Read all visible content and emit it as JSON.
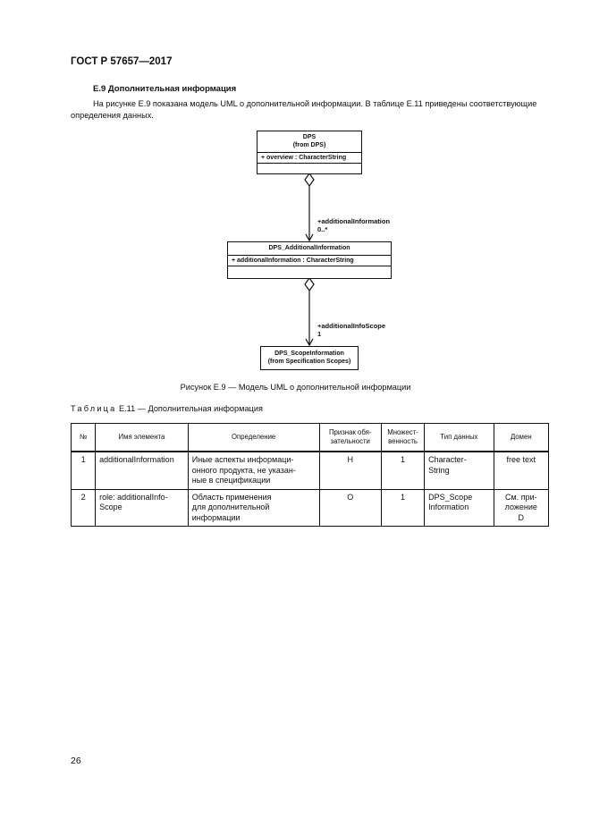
{
  "header": {
    "doc_id": "ГОСТ Р 57657—2017"
  },
  "section": {
    "title": "E.9 Дополнительная информация",
    "paragraph": "На рисунке E.9 показана модель UML о дополнительной информации. В таблице E.11 приведены соответствующие определения данных."
  },
  "diagram": {
    "box_dps": {
      "name_line1": "DPS",
      "name_line2": "(from DPS)",
      "attribute": "+ overview : CharacterString"
    },
    "role_1": {
      "name": "+additionalInformation",
      "multiplicity": "0..*"
    },
    "box_additional": {
      "name": "DPS_AdditionalInformation",
      "attribute": "+ additionalInformation : CharacterString"
    },
    "role_2": {
      "name": "+additionalInfoScope",
      "multiplicity": "1"
    },
    "box_scope": {
      "name_line1": "DPS_ScopeInformation",
      "name_line2": "(from Specification Scopes)"
    }
  },
  "figure_caption": "Рисунок E.9 — Модель UML о дополнительной информации",
  "table": {
    "caption_prefix": "Таблица",
    "caption_rest": " E.11 — Дополнительная информация",
    "headers": [
      "№",
      "Имя элемента",
      "Определение",
      "Признак обязательности",
      "Множественность",
      "Тип данных",
      "Домен"
    ],
    "header_display": [
      "№",
      "Имя элемента",
      "Определение",
      "Признак обя-\nзательности",
      "Множест-\nвенность",
      "Тип данных",
      "Домен"
    ],
    "rows": [
      [
        "1",
        "additionalInformation",
        "Иные аспекты информаци-\nонного продукта, не указан-\nные в спецификации",
        "Н",
        "1",
        "Character-\nString",
        "free text"
      ],
      [
        "2",
        "role: additionalInfo-\nScope",
        "Область применения\nдля дополнительной\nинформации",
        "О",
        "1",
        "DPS_Scope\nInformation",
        "См. при-\nложение\nD"
      ]
    ]
  },
  "page_number": "26"
}
